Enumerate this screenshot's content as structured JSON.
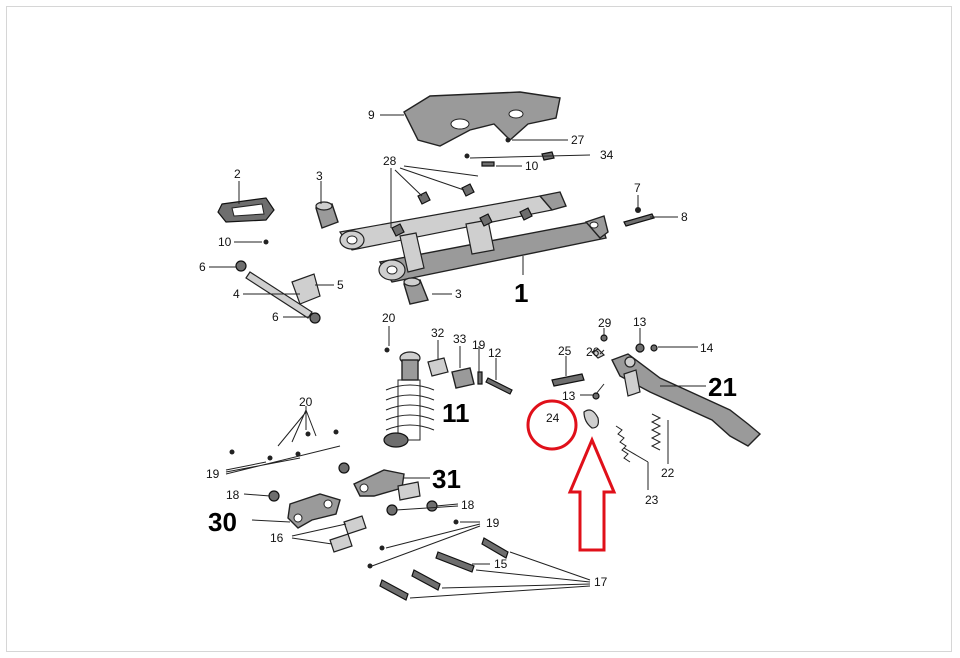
{
  "diagram": {
    "callouts": {
      "c1": "1",
      "c2": "2",
      "c3a": "3",
      "c3b": "3",
      "c4": "4",
      "c5": "5",
      "c6a": "6",
      "c6b": "6",
      "c7": "7",
      "c8": "8",
      "c9": "9",
      "c10a": "10",
      "c10b": "10",
      "c11": "11",
      "c12": "12",
      "c13a": "13",
      "c13b": "13",
      "c14": "14",
      "c15": "15",
      "c16": "16",
      "c17": "17",
      "c18a": "18",
      "c18b": "18",
      "c19a": "19",
      "c19b": "19",
      "c19c": "19",
      "c20a": "20",
      "c20b": "20",
      "c21": "21",
      "c22": "22",
      "c23": "23",
      "c24": "24",
      "c25": "25",
      "c26": "26",
      "c27": "27",
      "c28": "28",
      "c29": "29",
      "c30": "30",
      "c31": "31",
      "c32": "32",
      "c33": "33",
      "c34": "34"
    },
    "highlight_color": "#e0101a",
    "highlight_target": "24"
  }
}
